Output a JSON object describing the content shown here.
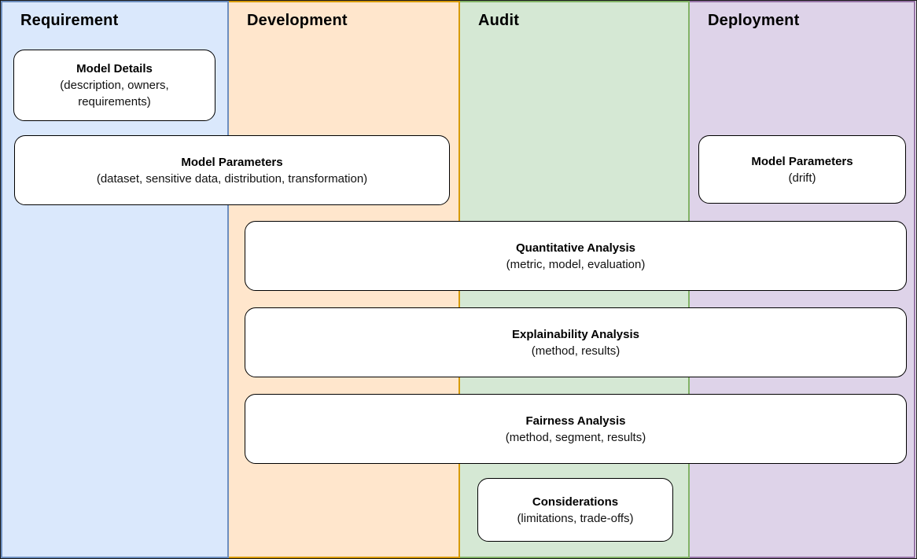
{
  "diagram": {
    "type": "swimlane-lifecycle",
    "frame_color": "#1a1a1a",
    "node_fill": "#ffffff",
    "node_stroke": "#000000"
  },
  "columns": [
    {
      "label": "Requirement",
      "fill": "#dae8fc",
      "stroke": "#6c8ebf"
    },
    {
      "label": "Development",
      "fill": "#ffe6cc",
      "stroke": "#d79b00"
    },
    {
      "label": "Audit",
      "fill": "#d5e8d4",
      "stroke": "#82b366"
    },
    {
      "label": "Deployment",
      "fill": "#ded3e9",
      "stroke": "#9673a6"
    }
  ],
  "boxes": [
    {
      "title": "Model Details",
      "subtitle": "(description, owners, requirements)"
    },
    {
      "title": "Model Parameters",
      "subtitle": "(dataset, sensitive data, distribution, transformation)"
    },
    {
      "title": "Model Parameters",
      "subtitle": "(drift)"
    },
    {
      "title": "Quantitative Analysis",
      "subtitle": "(metric, model, evaluation)"
    },
    {
      "title": "Explainability Analysis",
      "subtitle": "(method, results)"
    },
    {
      "title": "Fairness Analysis",
      "subtitle": "(method, segment, results)"
    },
    {
      "title": "Considerations",
      "subtitle": "(limitations, trade-offs)"
    }
  ]
}
